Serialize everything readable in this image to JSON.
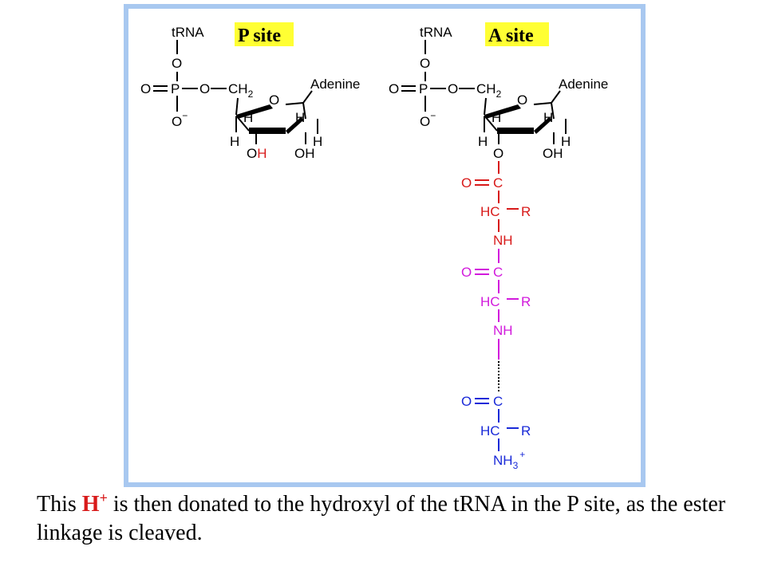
{
  "colors": {
    "frame": "#a8c8f0",
    "highlight": "#ffff33",
    "red": "#d81a1a",
    "magenta": "#d21adc",
    "blue": "#1a2ad8",
    "black": "#000000"
  },
  "p_site": {
    "label": "P site",
    "trna": "tRNA",
    "o_top": "O",
    "o_double": "O",
    "p": "P",
    "o_link": "O",
    "ch": "CH",
    "ch_sub": "2",
    "o_minus": "O",
    "minus": "−",
    "ring_o": "O",
    "adenine": "Adenine",
    "h_ring_left": "H",
    "h_ring_right": "H",
    "h_left": "H",
    "h_right": "H",
    "oh_left_o": "O",
    "oh_left_h": "H",
    "oh_right": "OH"
  },
  "a_site": {
    "label": "A site",
    "trna": "tRNA",
    "o_top": "O",
    "o_double": "O",
    "p": "P",
    "o_link": "O",
    "ch": "CH",
    "ch_sub": "2",
    "o_minus": "O",
    "minus": "−",
    "ring_o": "O",
    "adenine": "Adenine",
    "h_ring_left": "H",
    "h_ring_right": "H",
    "h_left": "H",
    "h_right": "H",
    "o_ester": "O",
    "oh_right": "OH",
    "chain": {
      "aa1_o": "O",
      "aa1_c": "C",
      "aa1_hc": "HC",
      "aa1_r": "R",
      "aa1_nh": "NH",
      "aa2_o": "O",
      "aa2_c": "C",
      "aa2_hc": "HC",
      "aa2_r": "R",
      "aa2_nh": "NH",
      "aa3_o": "O",
      "aa3_c": "C",
      "aa3_hc": "HC",
      "aa3_r": "R",
      "aa3_nh": "NH",
      "aa3_nh_sub": "3",
      "aa3_plus": "+"
    }
  },
  "caption": {
    "pre": "This ",
    "h": "H",
    "plus": "+",
    "post": " is then donated to the hydroxyl of the tRNA in the P site, as the ester linkage is cleaved."
  }
}
